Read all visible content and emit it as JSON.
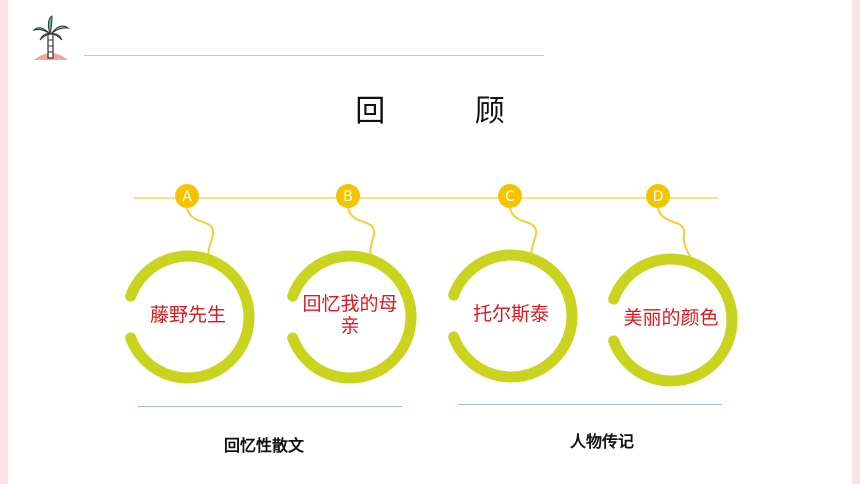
{
  "title": "回 顾",
  "items": [
    {
      "letter": "A",
      "label": "藤野先生"
    },
    {
      "letter": "B",
      "label": "回忆我的母亲"
    },
    {
      "letter": "C",
      "label": "托尔斯泰"
    },
    {
      "letter": "D",
      "label": "美丽的颜色"
    }
  ],
  "categories": [
    "回忆性散文",
    "人物传记"
  ],
  "colors": {
    "ring": "#c8d41e",
    "badge": "#f5c400",
    "label": "#e0161d",
    "connector": "#f5cf3a",
    "side_edges": "#fbe3e8"
  },
  "icons": [
    "palm-tree-icon"
  ]
}
